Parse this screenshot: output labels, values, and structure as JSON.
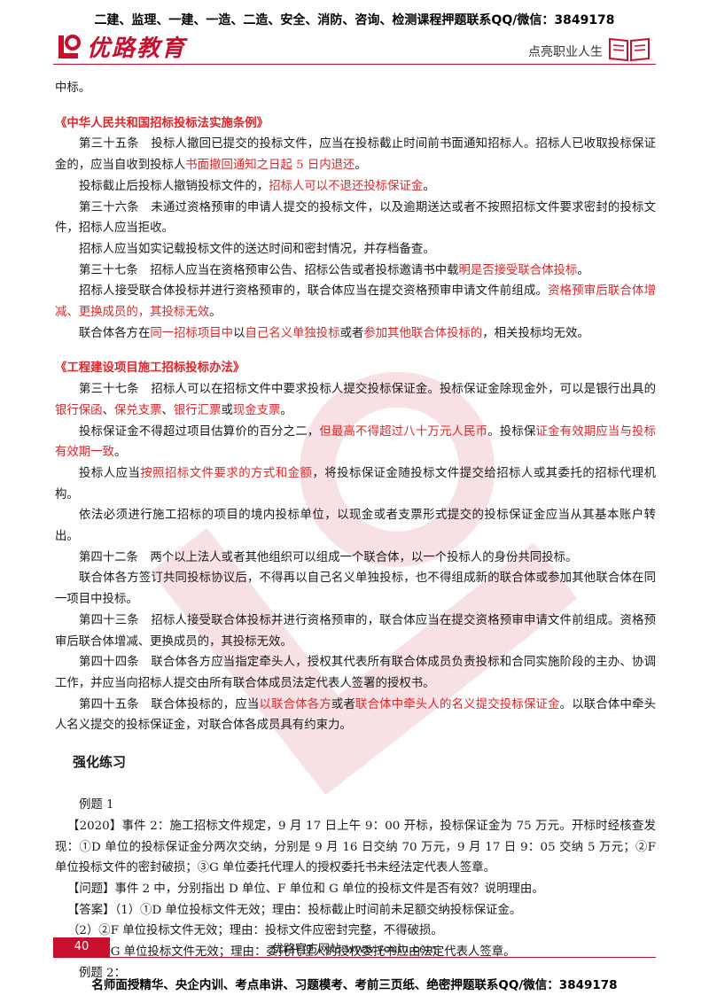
{
  "header": {
    "top_banner": "二建、监理、一建、一造、二造、安全、消防、咨询、检测课程押题联系QQ/微信：3849178",
    "logo_text": "优路教育",
    "slogan": "点亮职业人生"
  },
  "colors": {
    "brand": "#c8102e",
    "highlight": "#e0262a"
  },
  "content": {
    "p0": "中标。",
    "s1_title": "《中华人民共和国招标投标法实施条例》",
    "s1_p1_a": "第三十五条　投标人撤回已提交的投标文件，应当在投标截止时间前书面通知招标人。招标人已收取投标保证金的，应当自收到投标人",
    "s1_p1_b": "书面撤回通知之日起 5 日内退还",
    "s1_p1_c": "。",
    "s1_p2_a": "投标截止后投标人撤销投标文件的，",
    "s1_p2_b": "招标人可以不退还投标保证金",
    "s1_p2_c": "。",
    "s1_p3": "第三十六条　未通过资格预审的申请人提交的投标文件，以及逾期送达或者不按照招标文件要求密封的投标文件，招标人应当拒收。",
    "s1_p4": "招标人应当如实记载投标文件的送达时间和密封情况，并存档备查。",
    "s1_p5_a": "第三十七条　招标人应当在资格预审公告、招标公告或者投标邀请书中载",
    "s1_p5_b": "明是否接受联合体投标",
    "s1_p5_c": "。",
    "s1_p6_a": "招标人接受联合体投标并进行资格预审的，联合体应当在提交资格预审申请文件前组成。",
    "s1_p6_b": "资格预审后联合体增减、更换成员的，其投标无效",
    "s1_p6_c": "。",
    "s1_p7_a": "联合体各方在",
    "s1_p7_b": "同一招标项目中",
    "s1_p7_c": "以",
    "s1_p7_d": "自己名义单独投标",
    "s1_p7_e": "或者",
    "s1_p7_f": "参加其他联合体投标的",
    "s1_p7_g": "，相关投标均无效。",
    "s2_title": "《工程建设项目施工招标投标办法》",
    "s2_p1_a": "第三十七条　招标人可以在招标文件中要求投标人提交投标保证金。投标保证金除现金外，可以是银行出具的",
    "s2_p1_b": "银行保函",
    "s2_p1_c": "、",
    "s2_p1_d": "保兑支票",
    "s2_p1_e": "、",
    "s2_p1_f": "银行汇票",
    "s2_p1_g": "或",
    "s2_p1_h": "现金支票",
    "s2_p1_i": "。",
    "s2_p2_a": "投标保证金不得超过项目估算价的百分之二，",
    "s2_p2_b": "但最高不得超过八十万元人民币",
    "s2_p2_c": "。投标保",
    "s2_p2_d": "证金有效期应当与投标有效期一致",
    "s2_p2_e": "。",
    "s2_p3_a": "投标人应当",
    "s2_p3_b": "按照招标文件要求的方式和金额",
    "s2_p3_c": "，将投标保证金随投标文件提交给招标人或其委托的招标代理机构。",
    "s2_p4": "依法必须进行施工招标的项目的境内投标单位，以现金或者支票形式提交的投标保证金应当从其基本账户转出。",
    "s2_p5": "第四十二条　两个以上法人或者其他组织可以组成一个联合体，以一个投标人的身份共同投标。",
    "s2_p6": "联合体各方签订共同投标协议后，不得再以自己名义单独投标，也不得组成新的联合体或参加其他联合体在同一项目中投标。",
    "s2_p7": "第四十三条　招标人接受联合体投标并进行资格预审的，联合体应当在提交资格预审申请文件前组成。资格预审后联合体增减、更换成员的，其投标无效。",
    "s2_p8": "第四十四条　联合体各方应当指定牵头人，授权其代表所有联合体成员负责投标和合同实施阶段的主办、协调工作，并应当向招标人提交由所有联合体成员法定代表人签署的授权书。",
    "s2_p9_a": "第四十五条　联合体投标的，应当",
    "s2_p9_b": "以联合体各方",
    "s2_p9_c": "或者",
    "s2_p9_d": "联合体中牵头人的名义提交投标保证金",
    "s2_p9_e": "。以联合体中牵头人名义提交的投标保证金，对联合体各成员具有约束力。",
    "practice_title": "强化练习",
    "ex1_title": "例题 1",
    "ex1_p1": "【2020】事件 2：施工招标文件规定，9 月 17 日上午 9：00 开标，投标保证金为 75 万元。开标时经核查发现：①D 单位的投标保证金分两次交纳，分别是 9 月 16 日交纳 70 万元，9 月 17 日 9：05 交纳 5 万元；②F 单位投标文件的密封破损；③G 单位委托代理人的授权委托书未经法定代表人签章。",
    "ex1_q": "【问题】事件 2 中，分别指出 D 单位、F 单位和 G 单位的投标文件是否有效？说明理由。",
    "ex1_a1": "【答案】（1）①D 单位投标文件无效；理由：投标截止时间前未足额交纳投标保证金。",
    "ex1_a2": "（2）②F 单位投标文件无效；理由：投标文件应密封完整，不得破损。",
    "ex1_a3": "（3）③G 单位投标文件无效；理由：委托代理人的授权委托书应由法定代表人签章。",
    "ex2_title": "例题 2："
  },
  "footer": {
    "page_number": "40",
    "site": "优路官方网站:www.youlu.com",
    "bottom_banner": "名师面授精华、央企内训、考点串讲、习题模考、考前三页纸、绝密押题联系QQ/微信：3849178"
  }
}
